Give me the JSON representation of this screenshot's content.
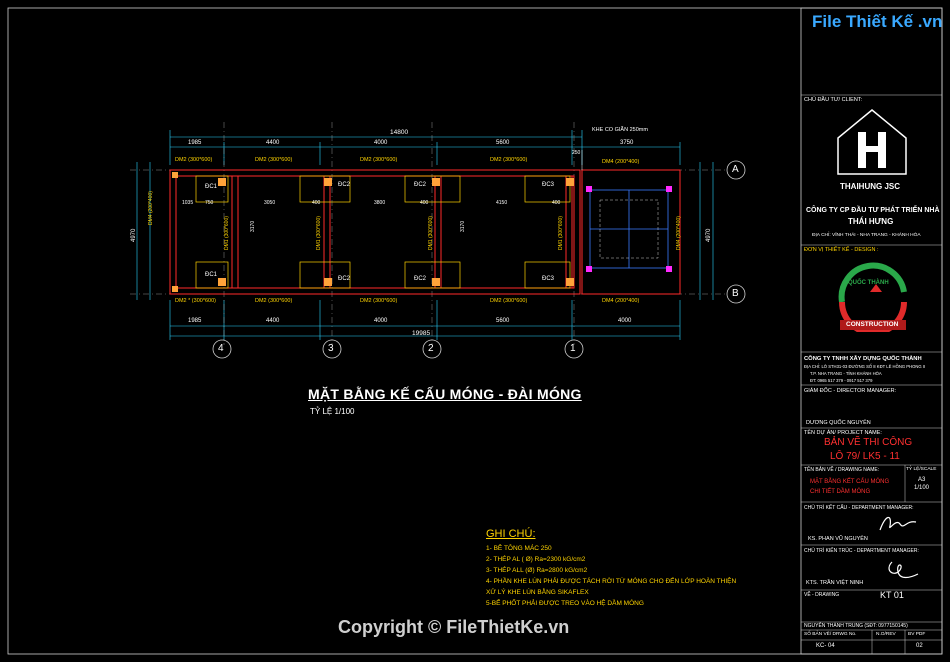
{
  "drawing": {
    "title": "MẶT BẰNG KẾ CẤU MÓNG -  ĐÀI MÓNG",
    "scale": "TỶ LỆ 1/100",
    "watermark": "Copyright © FileThietKe.vn",
    "site_logo": "File Thiết Kế .vn",
    "joint_label": "KHE CO GIÃN 250mm",
    "axes_letters": [
      "A",
      "B"
    ],
    "axes_numbers": [
      "4",
      "3",
      "2",
      "1"
    ],
    "top_dims": {
      "total": "14800",
      "segments": [
        "1985",
        "4400",
        "4000",
        "5600",
        "250",
        "3750"
      ]
    },
    "bottom_dims": {
      "total": "19985",
      "segments": [
        "1985",
        "4400",
        "4000",
        "5600",
        "4000"
      ]
    },
    "side_dims": {
      "left": "4970",
      "right": "4970"
    },
    "beam_labels_top": [
      "DM2 (300*600)",
      "DM2 (300*600)",
      "DM2 (300*600)",
      "DM2 (300*600)",
      "DM4 (200*400)"
    ],
    "beam_labels_bottom": [
      "DM2 * (300*600)",
      "DM2 (300*600)",
      "DM2 (300*600)",
      "DM2 (300*600)",
      "DM4 (200*400)"
    ],
    "vertical_beam_labels": [
      "DM4 (200*400)",
      "DM1 (300*600)",
      "DM1 (300*600)",
      "DM1 (300*600)",
      "DM1 (300*600)",
      "DM4 (200*400)"
    ],
    "footing_labels": [
      "ĐC1",
      "ĐC2",
      "ĐC2",
      "ĐC3",
      "ĐC1",
      "ĐC2",
      "ĐC2",
      "ĐC3"
    ],
    "inner_dims": [
      "1035",
      "750",
      "3050",
      "400",
      "3800",
      "400",
      "4150",
      "400",
      "3170",
      "3170"
    ]
  },
  "notes": {
    "heading": "GHI CHÚ:",
    "items": [
      "1- BÊ TÔNG MÁC 250",
      "2- THÉP  AL ( Ø) Ra=2300 kG/cm2",
      "3- THÉP ALL (Ø) Ra=2800 kG/cm2",
      "4- PHẦN KHE LÚN PHẢI ĐƯỢC TÁCH RỜI TỪ MÓNG CHO ĐẾN LỚP HOÀN THIỆN",
      "XỬ LÝ KHE LÚN BẰNG SIKAFLEX",
      "5-BỂ PHỐT PHẢI ĐƯỢC TREO VÀO HỆ DẦM MÓNG"
    ]
  },
  "title_block": {
    "client_label": "CHỦ ĐẦU TƯ/ CLIENT:",
    "client_brand": "THAIHUNG JSC",
    "client_name_1": "CÔNG TY CP ĐẦU TƯ PHÁT TRIỂN NHÀ",
    "client_name_2": "THÁI HƯNG",
    "client_address": "ĐỊA CHỈ: VĨNH THÁI - NHA TRANG - KHÁNH HÒA",
    "designer_label": "ĐƠN VỊ THIẾT KẾ - DESIGN :",
    "designer_brand": "QUỐC THÀNH",
    "designer_sub": "CONSTRUCTION",
    "designer_name": "CÔNG TY TNHH XÂY DỰNG QUỐC THÀNH",
    "designer_addr_1": "ĐỊA CHỈ: LÔ STH31-03 ĐƯỜNG SỐ 8 KĐT LÊ HỒNG PHONG II",
    "designer_addr_2": "T.P. NHA TRANG - TỈNH KHÁNH HÒA",
    "designer_phone": "ĐT: 0965 517 379 - 0917 517 379",
    "director_label": "GIÁM ĐỐC - DIRECTOR MANAGER:",
    "director_name": "DƯƠNG QUỐC NGUYÊN",
    "project_label": "TÊN DỰ ÁN/ PROJECT NAME:",
    "project_1": "BẢN VẼ THI CÔNG",
    "project_2": "LÔ 79/ LK5 - 11",
    "drawing_name_label": "TÊN BẢN VẼ / DRAWING NAME:",
    "scale_label": "TỶ LỆ/SCALE",
    "drawing_name_1": "MẶT BẰNG KẾT CẤU MÓNG",
    "drawing_name_2": "CHI TIẾT DẦM MÓNG",
    "paper": "A3",
    "scale": "1/100",
    "struct_label": "CHỦ TRÌ KẾT CẤU - DEPARTMENT MANAGER:",
    "struct_name": "KS. PHAN VŨ NGUYÊN",
    "arch_label": "CHỦ TRÌ KIẾN TRÚC - DEPARTMENT MANAGER:",
    "arch_name": "KTS. TRẦN VIỆT NINH",
    "drawing_label": "VẼ - DRAWING",
    "drawing_code": "KT 01",
    "drafter": "NGUYỄN THÀNH TRUNG (SĐT: 0977150145)",
    "sheet_label": "SỐ BẢN VẼ/ DRWG No.",
    "rev_label": "N.O/REV",
    "version_label": "BV PDF",
    "sheet_no": "KC- 04",
    "version": "02"
  }
}
